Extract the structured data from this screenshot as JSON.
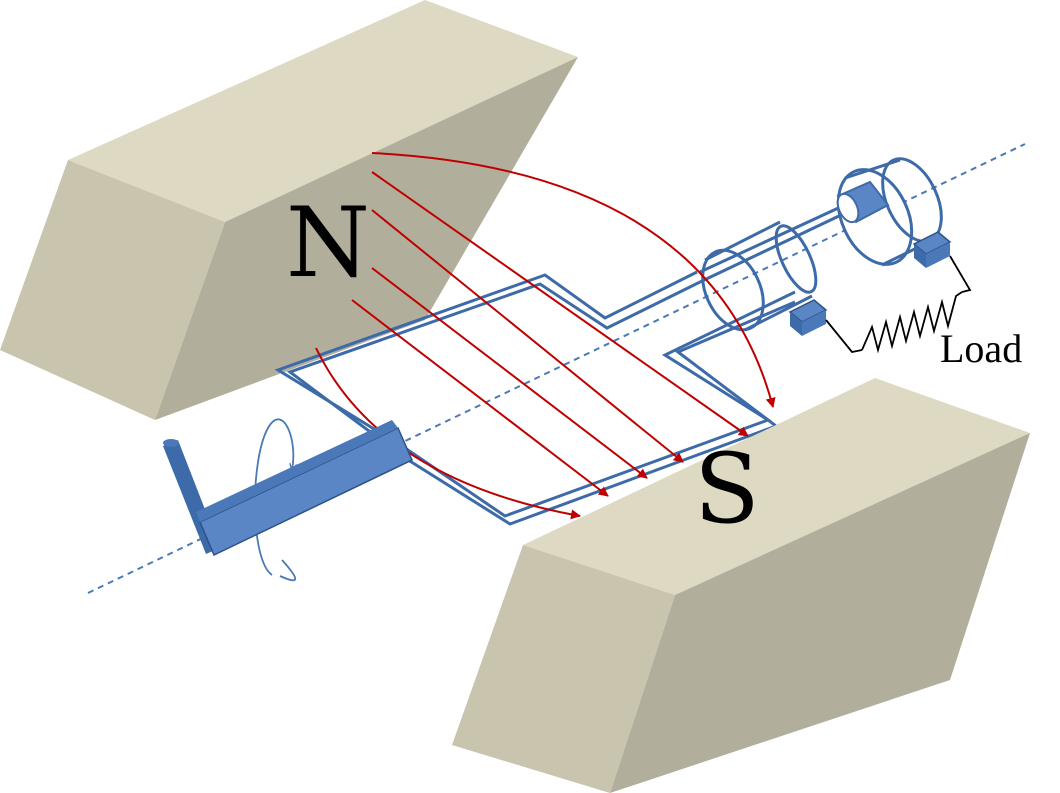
{
  "labels": {
    "north_pole": "N",
    "south_pole": "S",
    "load": "Load"
  },
  "colors": {
    "magnet_top": "#ded9c3",
    "magnet_side": "#b2ae9c",
    "magnet_front": "#c9c4ad",
    "coil": "#3d6aa8",
    "coil_fill": "#5b86c5",
    "field_lines": "#c00000",
    "axis": "#4a7ab5",
    "load_wire": "#000000"
  },
  "icons": [
    "rotation-arrow-icon",
    "field-arrowhead-icon",
    "resistor-icon"
  ]
}
